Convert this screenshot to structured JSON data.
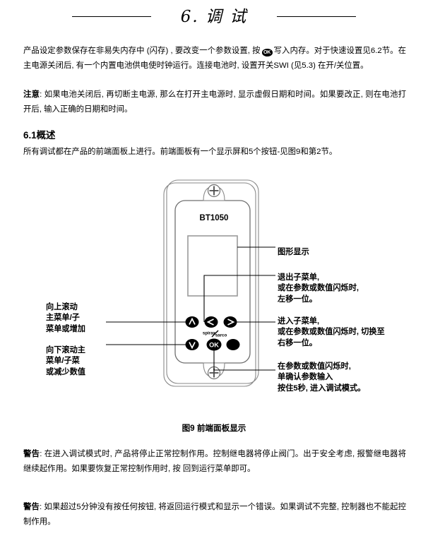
{
  "header": {
    "title": "6. 调 试",
    "rule_left": "horizontal-rule",
    "rule_right": "horizontal-rule"
  },
  "content": {
    "para_intro": "产品设定参数保存在非易失内存中 (闪存) , 要改变一个参数设置, 按",
    "para_intro_cont": "写入内存。对于快速设置见6.2节。在主电源关闭后, 有一个内置电池供电使时钟运行。连接电池时, 设置开关SWI (见5.3) 在开/关位置。",
    "note_label": "注意",
    "note_text": ": 如果电池关闭后, 再切断主电源, 那么在打开主电源时, 显示虚假日期和时间。如果要改正, 则在电池打开后, 输入正确的日期和时间。",
    "section_heading": "6.1概述",
    "section_body": "所有调试都在产品的前端面板上进行。前端面板有一个显示屏和5个按钮-见图9和第2节。",
    "warning_1_label": "警告",
    "warning_1_text": ": 在进入调试模式时, 产品将停止正常控制作用。控制继电器将停止阀门。出于安全考虑, 报警继电器将继续起作用。如果要恢复正常控制作用时, 按 回到运行菜单即可。",
    "warning_2_label": "警告",
    "warning_2_text": ": 如果超过5分钟没有按任何按钮, 将返回运行模式和显示一个错误。如果调试不完整, 控制器也不能起控制作用。"
  },
  "figure": {
    "caption": "图9 前端面板显示",
    "panel_model": "BT1050",
    "brand_logo": "spirax sarco",
    "buttons": {
      "up": "∧",
      "left": "◄",
      "right": "►",
      "down": "∨",
      "ok": "OK",
      "dot": "●"
    },
    "annotations": {
      "display": "图形显示",
      "left_button": "退出子菜单,\n或在参数或数值闪烁时,\n左移一位。",
      "right_button": "进入子菜单,\n或在参数或数值闪烁时, 切换至\n右移一位。",
      "ok_button": "在参数或数值闪烁时,\n单确认参数输入\n按住5秒, 进入调试模式。",
      "up_button": "向上滚动\n主菜单/子\n菜单或增加",
      "down_button": "向下滚动主\n菜单/子菜\n或减少数值"
    }
  },
  "colors": {
    "ink": "#000000",
    "paper": "#ffffff",
    "outline_gray": "#8a8a8a"
  }
}
